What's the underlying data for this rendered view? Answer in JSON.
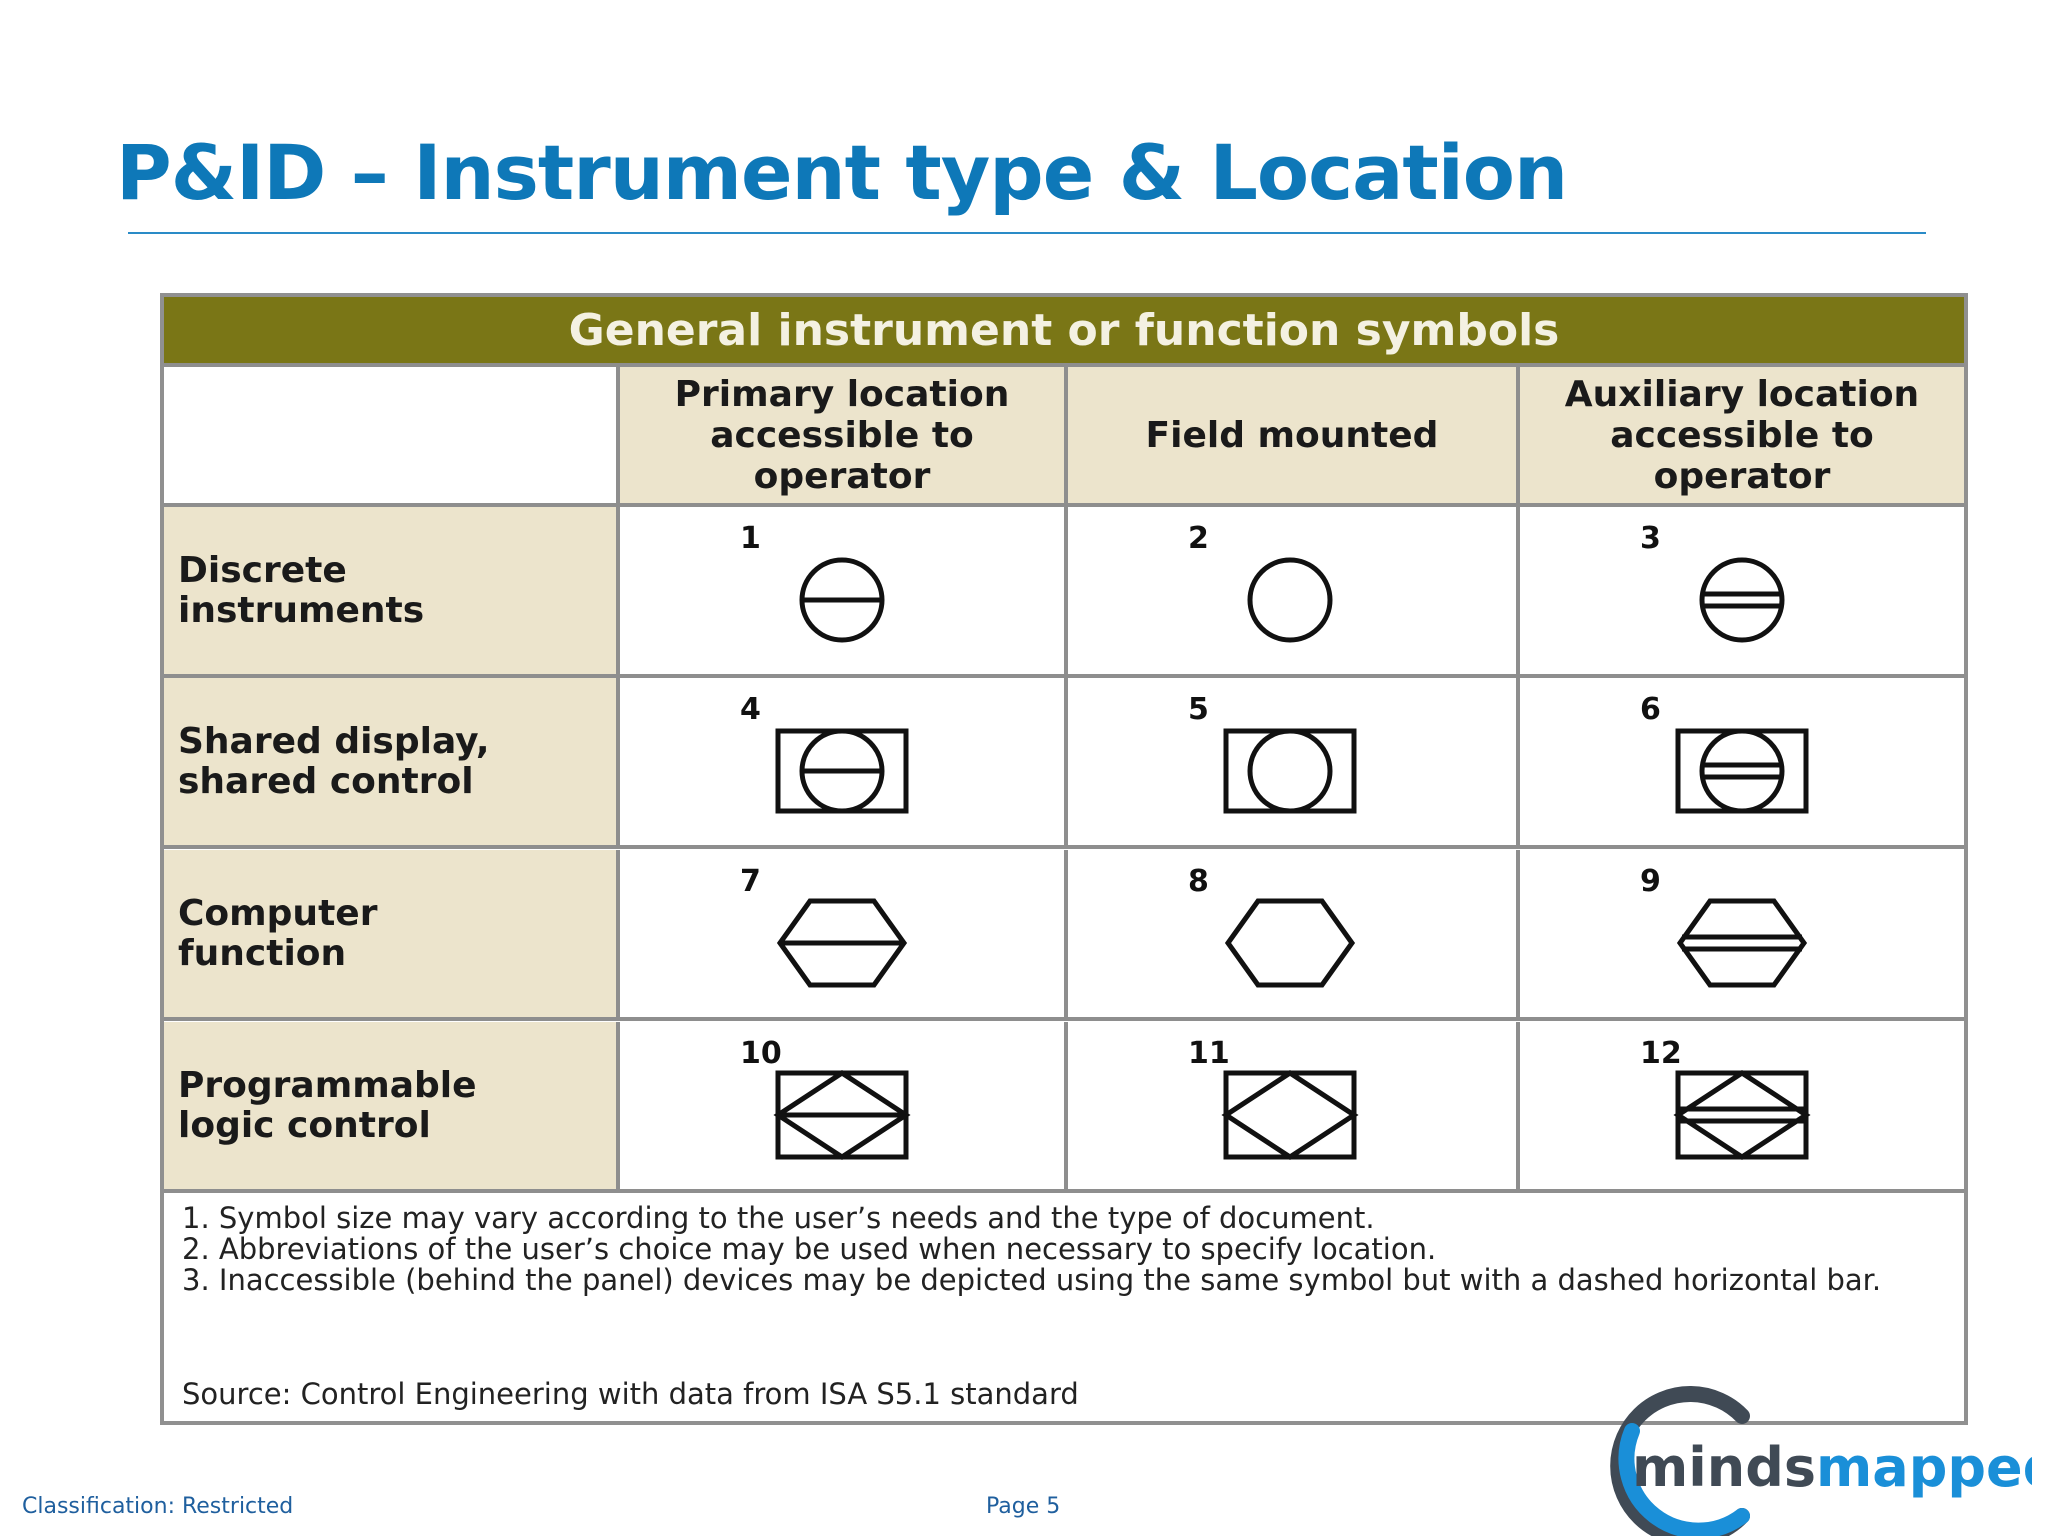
{
  "slide": {
    "title": "P&ID – Instrument type &  Location"
  },
  "table": {
    "title": "General instrument or function symbols",
    "columns": [
      {
        "label": "Primary location accessible to operator",
        "lines": [
          "Primary location",
          "accessible to",
          "operator"
        ]
      },
      {
        "label": "Field mounted",
        "lines": [
          "Field mounted"
        ]
      },
      {
        "label": "Auxiliary location accessible to operator",
        "lines": [
          "Auxiliary location",
          "accessible to",
          "operator"
        ]
      }
    ],
    "rows": [
      {
        "label_lines": [
          "Discrete",
          "instruments"
        ],
        "symbol": "circle",
        "numbers": [
          "1",
          "2",
          "3"
        ]
      },
      {
        "label_lines": [
          "Shared display,",
          "shared control"
        ],
        "symbol": "circle-in-square",
        "numbers": [
          "4",
          "5",
          "6"
        ]
      },
      {
        "label_lines": [
          "Computer",
          "function"
        ],
        "symbol": "hexagon",
        "numbers": [
          "7",
          "8",
          "9"
        ]
      },
      {
        "label_lines": [
          "Programmable",
          "logic control"
        ],
        "symbol": "diamond-in-square",
        "numbers": [
          "10",
          "11",
          "12"
        ]
      }
    ],
    "notes": [
      "1. Symbol size may vary according to the user’s needs and the type of document.",
      "2. Abbreviations of the user’s choice may be used when necessary to specify location.",
      "3. Inaccessible (behind the panel) devices may be depicted using the same symbol but with a dashed horizontal bar."
    ],
    "source": "Source: Control Engineering with data from ISA S5.1 standard"
  },
  "logo": {
    "text_dark": "minds",
    "text_accent": "mapped",
    "icon": "circular-arc-logo-icon",
    "colors": {
      "dark": "#404a55",
      "accent": "#1a8fd8"
    }
  },
  "footer": {
    "classification": "Classification: Restricted",
    "page": "Page 5"
  },
  "colors": {
    "title": "#0e78b8",
    "header_band": "#7a7616",
    "header_text": "#f4f1e2",
    "header_cells": "#ece4cc",
    "footer_text": "#1f5f9e"
  }
}
